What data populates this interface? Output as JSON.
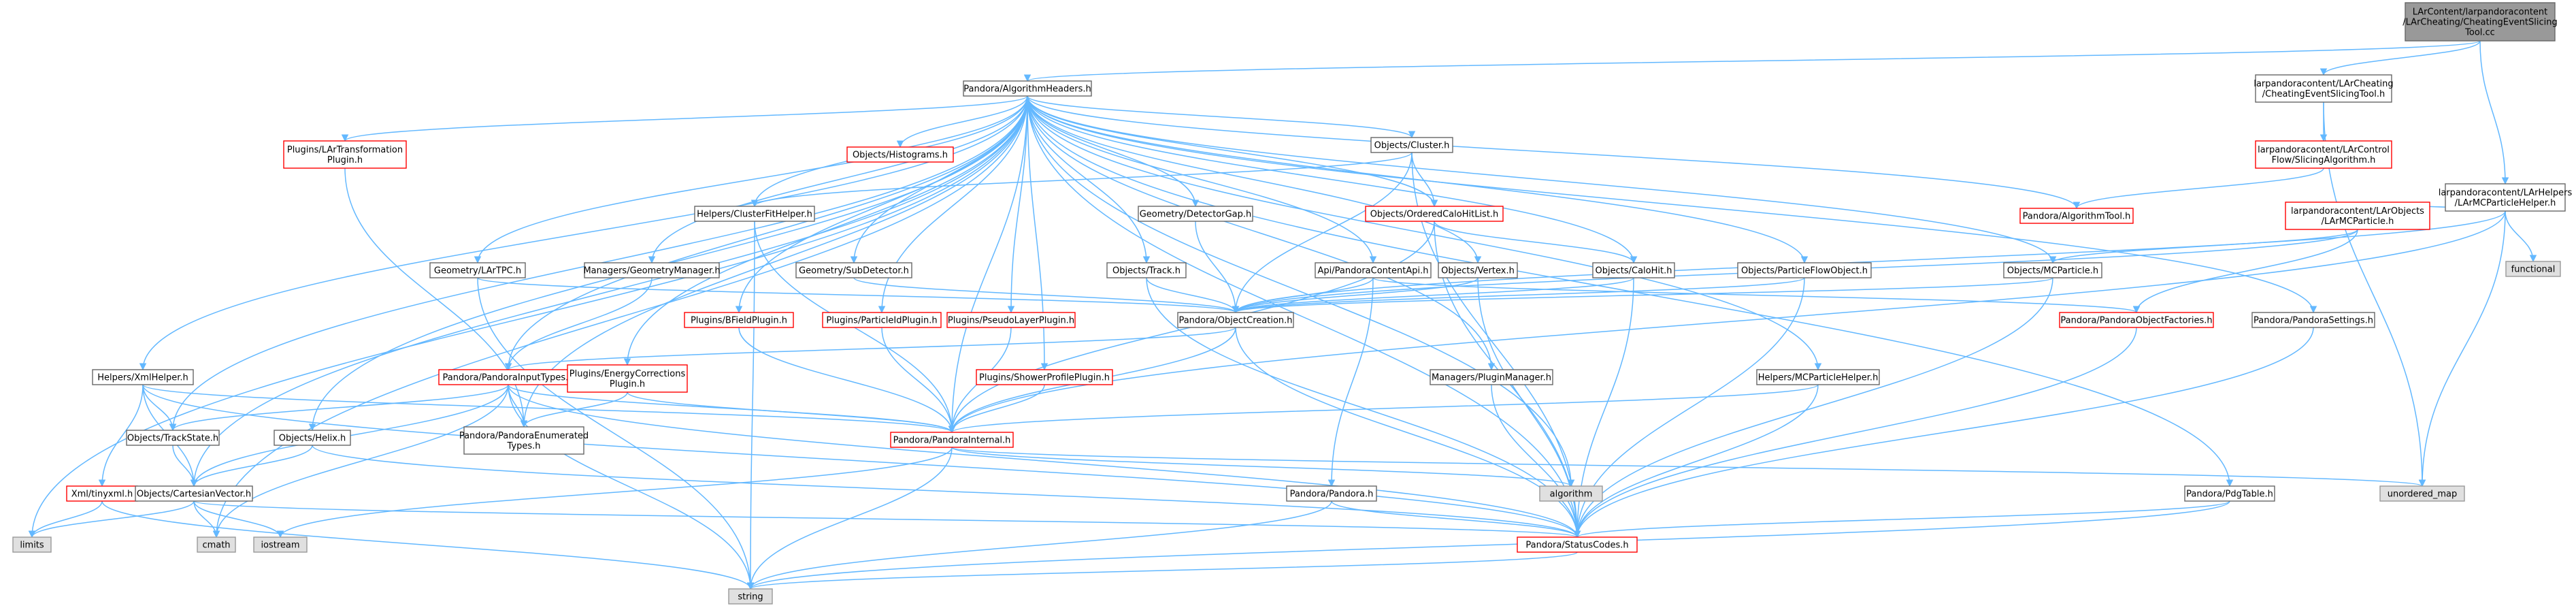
{
  "colors": {
    "edge": "#63b8ff",
    "node_fill": "#ffffff",
    "node_border": "#666666",
    "red_border": "#ff0000",
    "system_fill": "#e0e0e0",
    "system_border": "#999999",
    "root_fill": "#999999",
    "root_border": "#666666"
  },
  "nodes": [
    {
      "id": "root",
      "kind": "root",
      "lines": [
        "LArContent/larpandoracontent",
        "/LArCheating/CheatingEventSlicing",
        "Tool.cc"
      ]
    },
    {
      "id": "alg_headers",
      "kind": "normal",
      "lines": [
        "Pandora/AlgorithmHeaders.h"
      ]
    },
    {
      "id": "lar_cheat_tool",
      "kind": "normal",
      "lines": [
        "larpandoracontent/LArCheating",
        "/CheatingEventSlicingTool.h"
      ]
    },
    {
      "id": "lar_mcp_helper",
      "kind": "normal",
      "lines": [
        "larpandoracontent/LArHelpers",
        "/LArMCParticleHelper.h"
      ]
    },
    {
      "id": "lar_transform",
      "kind": "red",
      "lines": [
        "Plugins/LArTransformation",
        "Plugin.h"
      ]
    },
    {
      "id": "histograms",
      "kind": "red",
      "lines": [
        "Objects/Histograms.h"
      ]
    },
    {
      "id": "cluster",
      "kind": "normal",
      "lines": [
        "Objects/Cluster.h"
      ]
    },
    {
      "id": "slicing_alg",
      "kind": "red",
      "lines": [
        "larpandoracontent/LArControl",
        "Flow/SlicingAlgorithm.h"
      ]
    },
    {
      "id": "functional",
      "kind": "system",
      "lines": [
        "functional"
      ]
    },
    {
      "id": "alg_tool",
      "kind": "red",
      "lines": [
        "Pandora/AlgorithmTool.h"
      ]
    },
    {
      "id": "lar_mcparticle",
      "kind": "red",
      "lines": [
        "larpandoracontent/LArObjects",
        "/LArMCParticle.h"
      ]
    },
    {
      "id": "cluster_fit",
      "kind": "normal",
      "lines": [
        "Helpers/ClusterFitHelper.h"
      ]
    },
    {
      "id": "detector_gap",
      "kind": "normal",
      "lines": [
        "Geometry/DetectorGap.h"
      ]
    },
    {
      "id": "ordered_calo",
      "kind": "red",
      "lines": [
        "Objects/OrderedCaloHitList.h"
      ]
    },
    {
      "id": "lar_tpc",
      "kind": "normal",
      "lines": [
        "Geometry/LArTPC.h"
      ]
    },
    {
      "id": "geom_manager",
      "kind": "normal",
      "lines": [
        "Managers/GeometryManager.h"
      ]
    },
    {
      "id": "sub_detector",
      "kind": "normal",
      "lines": [
        "Geometry/SubDetector.h"
      ]
    },
    {
      "id": "track",
      "kind": "normal",
      "lines": [
        "Objects/Track.h"
      ]
    },
    {
      "id": "content_api",
      "kind": "normal",
      "lines": [
        "Api/PandoraContentApi.h"
      ]
    },
    {
      "id": "vertex",
      "kind": "normal",
      "lines": [
        "Objects/Vertex.h"
      ]
    },
    {
      "id": "calo_hit",
      "kind": "normal",
      "lines": [
        "Objects/CaloHit.h"
      ]
    },
    {
      "id": "pfo",
      "kind": "normal",
      "lines": [
        "Objects/ParticleFlowObject.h"
      ]
    },
    {
      "id": "mc_particle",
      "kind": "normal",
      "lines": [
        "Objects/MCParticle.h"
      ]
    },
    {
      "id": "bfield",
      "kind": "red",
      "lines": [
        "Plugins/BFieldPlugin.h"
      ]
    },
    {
      "id": "pid_plugin",
      "kind": "red",
      "lines": [
        "Plugins/ParticleIdPlugin.h"
      ]
    },
    {
      "id": "pseudo_layer",
      "kind": "red",
      "lines": [
        "Plugins/PseudoLayerPlugin.h"
      ]
    },
    {
      "id": "object_creation",
      "kind": "normal",
      "lines": [
        "Pandora/ObjectCreation.h"
      ]
    },
    {
      "id": "object_factories",
      "kind": "red",
      "lines": [
        "Pandora/PandoraObjectFactories.h"
      ]
    },
    {
      "id": "pandora_settings",
      "kind": "normal",
      "lines": [
        "Pandora/PandoraSettings.h"
      ]
    },
    {
      "id": "xml_helper",
      "kind": "normal",
      "lines": [
        "Helpers/XmlHelper.h"
      ]
    },
    {
      "id": "input_types",
      "kind": "red",
      "lines": [
        "Pandora/PandoraInputTypes.h"
      ]
    },
    {
      "id": "energy_corr",
      "kind": "red",
      "lines": [
        "Plugins/EnergyCorrections",
        "Plugin.h"
      ]
    },
    {
      "id": "shower_profile",
      "kind": "red",
      "lines": [
        "Plugins/ShowerProfilePlugin.h"
      ]
    },
    {
      "id": "plugin_manager",
      "kind": "normal",
      "lines": [
        "Managers/PluginManager.h"
      ]
    },
    {
      "id": "mcp_helper",
      "kind": "normal",
      "lines": [
        "Helpers/MCParticleHelper.h"
      ]
    },
    {
      "id": "track_state",
      "kind": "normal",
      "lines": [
        "Objects/TrackState.h"
      ]
    },
    {
      "id": "helix",
      "kind": "normal",
      "lines": [
        "Objects/Helix.h"
      ]
    },
    {
      "id": "enum_types",
      "kind": "normal",
      "lines": [
        "Pandora/PandoraEnumerated",
        "Types.h"
      ]
    },
    {
      "id": "pandora_internal",
      "kind": "red",
      "lines": [
        "Pandora/PandoraInternal.h"
      ]
    },
    {
      "id": "tinyxml",
      "kind": "red",
      "lines": [
        "Xml/tinyxml.h"
      ]
    },
    {
      "id": "cartesian",
      "kind": "normal",
      "lines": [
        "Objects/CartesianVector.h"
      ]
    },
    {
      "id": "algorithm",
      "kind": "system",
      "lines": [
        "algorithm"
      ]
    },
    {
      "id": "unordered_map",
      "kind": "system",
      "lines": [
        "unordered_map"
      ]
    },
    {
      "id": "pandora_h",
      "kind": "normal",
      "lines": [
        "Pandora/Pandora.h"
      ]
    },
    {
      "id": "pdg_table",
      "kind": "normal",
      "lines": [
        "Pandora/PdgTable.h"
      ]
    },
    {
      "id": "limits",
      "kind": "system",
      "lines": [
        "limits"
      ]
    },
    {
      "id": "cmath",
      "kind": "system",
      "lines": [
        "cmath"
      ]
    },
    {
      "id": "iostream",
      "kind": "system",
      "lines": [
        "iostream"
      ]
    },
    {
      "id": "status_codes",
      "kind": "red",
      "lines": [
        "Pandora/StatusCodes.h"
      ]
    },
    {
      "id": "string",
      "kind": "system",
      "lines": [
        "string"
      ]
    }
  ],
  "edges": [
    [
      "root",
      "alg_headers"
    ],
    [
      "root",
      "lar_cheat_tool"
    ],
    [
      "root",
      "lar_mcp_helper"
    ],
    [
      "lar_cheat_tool",
      "slicing_alg"
    ],
    [
      "lar_cheat_tool",
      "unordered_map"
    ],
    [
      "slicing_alg",
      "alg_tool"
    ],
    [
      "lar_mcp_helper",
      "functional"
    ],
    [
      "lar_mcp_helper",
      "lar_mcparticle"
    ],
    [
      "lar_mcp_helper",
      "unordered_map"
    ],
    [
      "lar_mcp_helper",
      "object_creation"
    ],
    [
      "lar_mcp_helper",
      "pandora_internal"
    ],
    [
      "lar_mcparticle",
      "mc_particle"
    ],
    [
      "lar_mcparticle",
      "object_factories"
    ],
    [
      "lar_mcparticle",
      "object_creation"
    ],
    [
      "alg_headers",
      "lar_transform"
    ],
    [
      "alg_headers",
      "histograms"
    ],
    [
      "alg_headers",
      "cluster"
    ],
    [
      "alg_headers",
      "alg_tool"
    ],
    [
      "alg_headers",
      "cluster_fit"
    ],
    [
      "alg_headers",
      "detector_gap"
    ],
    [
      "alg_headers",
      "ordered_calo"
    ],
    [
      "alg_headers",
      "lar_tpc"
    ],
    [
      "alg_headers",
      "geom_manager"
    ],
    [
      "alg_headers",
      "sub_detector"
    ],
    [
      "alg_headers",
      "track"
    ],
    [
      "alg_headers",
      "content_api"
    ],
    [
      "alg_headers",
      "vertex"
    ],
    [
      "alg_headers",
      "calo_hit"
    ],
    [
      "alg_headers",
      "pfo"
    ],
    [
      "alg_headers",
      "mc_particle"
    ],
    [
      "alg_headers",
      "bfield"
    ],
    [
      "alg_headers",
      "pid_plugin"
    ],
    [
      "alg_headers",
      "pseudo_layer"
    ],
    [
      "alg_headers",
      "pandora_settings"
    ],
    [
      "alg_headers",
      "xml_helper"
    ],
    [
      "alg_headers",
      "input_types"
    ],
    [
      "alg_headers",
      "energy_corr"
    ],
    [
      "alg_headers",
      "shower_profile"
    ],
    [
      "alg_headers",
      "plugin_manager"
    ],
    [
      "alg_headers",
      "mcp_helper"
    ],
    [
      "alg_headers",
      "track_state"
    ],
    [
      "alg_headers",
      "helix"
    ],
    [
      "alg_headers",
      "enum_types"
    ],
    [
      "alg_headers",
      "pandora_internal"
    ],
    [
      "alg_headers",
      "cartesian"
    ],
    [
      "alg_headers",
      "algorithm"
    ],
    [
      "alg_headers",
      "pdg_table"
    ],
    [
      "alg_headers",
      "limits"
    ],
    [
      "alg_headers",
      "cmath"
    ],
    [
      "alg_headers",
      "status_codes"
    ],
    [
      "lar_transform",
      "enum_types"
    ],
    [
      "cluster",
      "cluster_fit"
    ],
    [
      "cluster",
      "ordered_calo"
    ],
    [
      "cluster",
      "object_creation"
    ],
    [
      "cluster",
      "status_codes"
    ],
    [
      "cluster_fit",
      "pandora_internal"
    ],
    [
      "cluster_fit",
      "string"
    ],
    [
      "ordered_calo",
      "calo_hit"
    ],
    [
      "ordered_calo",
      "pandora_internal"
    ],
    [
      "ordered_calo",
      "status_codes"
    ],
    [
      "lar_tpc",
      "object_creation"
    ],
    [
      "lar_tpc",
      "string"
    ],
    [
      "geom_manager",
      "input_types"
    ],
    [
      "sub_detector",
      "object_creation"
    ],
    [
      "detector_gap",
      "object_creation"
    ],
    [
      "track",
      "object_creation"
    ],
    [
      "track",
      "status_codes"
    ],
    [
      "content_api",
      "object_creation"
    ],
    [
      "content_api",
      "pandora_h"
    ],
    [
      "content_api",
      "object_factories"
    ],
    [
      "vertex",
      "object_creation"
    ],
    [
      "vertex",
      "status_codes"
    ],
    [
      "calo_hit",
      "object_creation"
    ],
    [
      "calo_hit",
      "status_codes"
    ],
    [
      "pfo",
      "object_creation"
    ],
    [
      "pfo",
      "status_codes"
    ],
    [
      "mc_particle",
      "object_creation"
    ],
    [
      "mc_particle",
      "status_codes"
    ],
    [
      "object_creation",
      "input_types"
    ],
    [
      "object_creation",
      "pandora_internal"
    ],
    [
      "object_creation",
      "status_codes"
    ],
    [
      "object_factories",
      "status_codes"
    ],
    [
      "bfield",
      "pandora_internal"
    ],
    [
      "pid_plugin",
      "pandora_internal"
    ],
    [
      "pseudo_layer",
      "pandora_internal"
    ],
    [
      "shower_profile",
      "pandora_internal"
    ],
    [
      "energy_corr",
      "pandora_internal"
    ],
    [
      "energy_corr",
      "enum_types"
    ],
    [
      "pandora_settings",
      "status_codes"
    ],
    [
      "xml_helper",
      "track_state"
    ],
    [
      "xml_helper",
      "tinyxml"
    ],
    [
      "xml_helper",
      "cartesian"
    ],
    [
      "xml_helper",
      "pandora_internal"
    ],
    [
      "xml_helper",
      "status_codes"
    ],
    [
      "input_types",
      "enum_types"
    ],
    [
      "input_types",
      "pandora_internal"
    ],
    [
      "input_types",
      "status_codes"
    ],
    [
      "input_types",
      "cartesian"
    ],
    [
      "input_types",
      "track_state"
    ],
    [
      "input_types",
      "string"
    ],
    [
      "input_types",
      "cmath"
    ],
    [
      "plugin_manager",
      "status_codes"
    ],
    [
      "mcp_helper",
      "pandora_internal"
    ],
    [
      "mcp_helper",
      "status_codes"
    ],
    [
      "track_state",
      "cartesian"
    ],
    [
      "helix",
      "cartesian"
    ],
    [
      "helix",
      "status_codes"
    ],
    [
      "tinyxml",
      "string"
    ],
    [
      "tinyxml",
      "limits"
    ],
    [
      "cartesian",
      "limits"
    ],
    [
      "cartesian",
      "cmath"
    ],
    [
      "cartesian",
      "iostream"
    ],
    [
      "cartesian",
      "status_codes"
    ],
    [
      "pandora_internal",
      "algorithm"
    ],
    [
      "pandora_internal",
      "unordered_map"
    ],
    [
      "pandora_internal",
      "iostream"
    ],
    [
      "pandora_internal",
      "string"
    ],
    [
      "pandora_h",
      "status_codes"
    ],
    [
      "pandora_h",
      "string"
    ],
    [
      "pdg_table",
      "status_codes"
    ],
    [
      "pdg_table",
      "string"
    ],
    [
      "status_codes",
      "string"
    ]
  ]
}
